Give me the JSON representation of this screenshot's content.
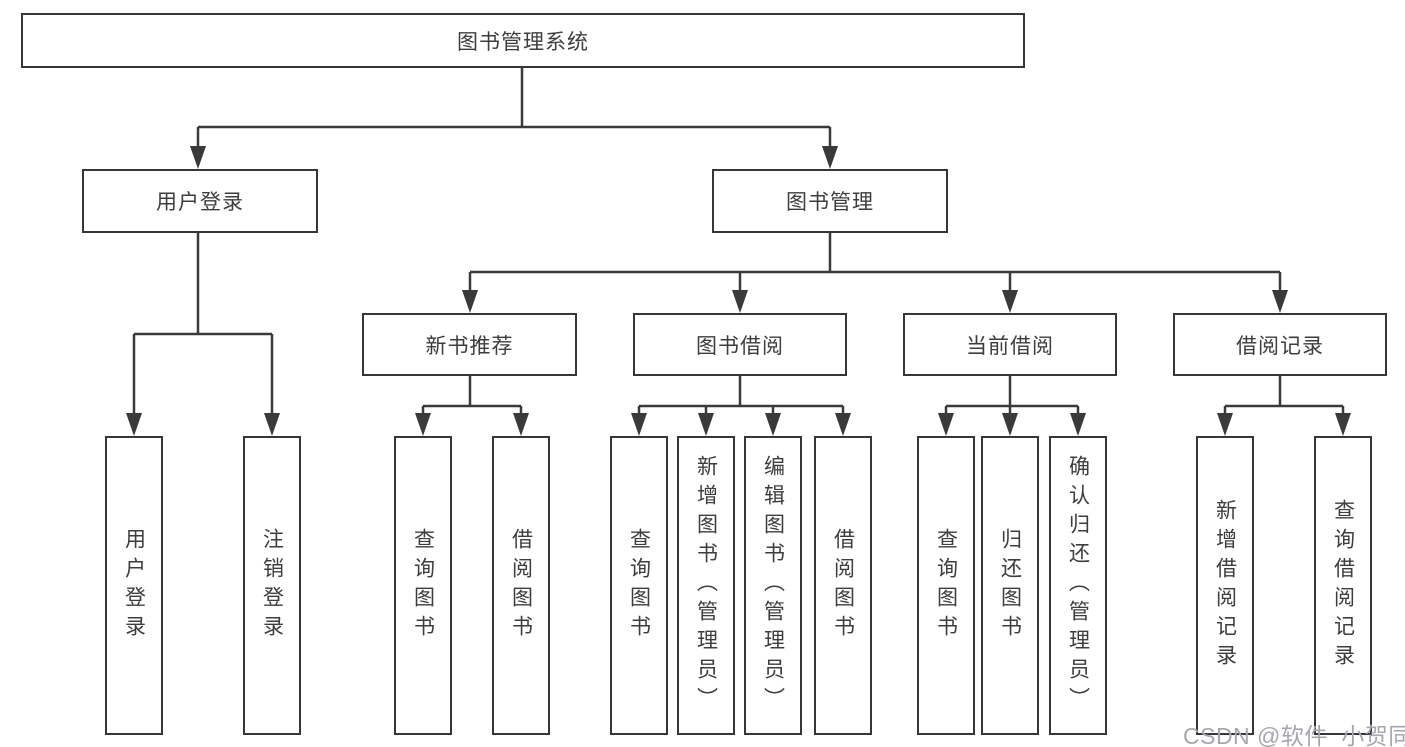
{
  "watermark": "CSDN @软件_小贺同学",
  "colors": {
    "line": "#3a3a3a",
    "border": "#363636",
    "text": "#3d3d3d",
    "watermark": "#a6a6ae",
    "background": "#ffffff"
  },
  "tree": {
    "label": "图书管理系统",
    "children": [
      {
        "label": "用户登录",
        "children": [
          {
            "label": "用户登录"
          },
          {
            "label": "注销登录"
          }
        ]
      },
      {
        "label": "图书管理",
        "children": [
          {
            "label": "新书推荐",
            "children": [
              {
                "label": "查询图书"
              },
              {
                "label": "借阅图书"
              }
            ]
          },
          {
            "label": "图书借阅",
            "children": [
              {
                "label": "查询图书"
              },
              {
                "label": "新增图书（管理员）"
              },
              {
                "label": "编辑图书（管理员）"
              },
              {
                "label": "借阅图书"
              }
            ]
          },
          {
            "label": "当前借阅",
            "children": [
              {
                "label": "查询图书"
              },
              {
                "label": "归还图书"
              },
              {
                "label": "确认归还（管理员）"
              }
            ]
          },
          {
            "label": "借阅记录",
            "children": [
              {
                "label": "新增借阅记录"
              },
              {
                "label": "查询借阅记录"
              }
            ]
          }
        ]
      }
    ]
  }
}
